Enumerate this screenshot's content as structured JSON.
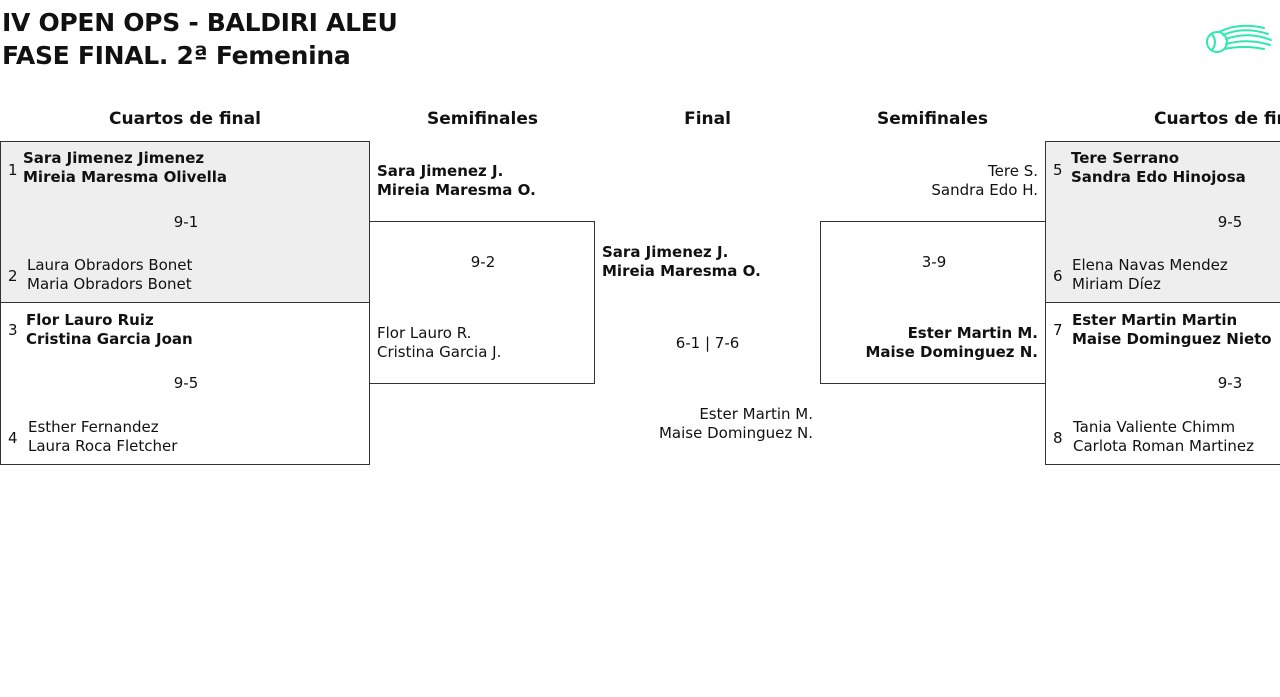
{
  "header": {
    "title_line1": "IV OPEN OPS - BALDIRI ALEU",
    "title_line2": "FASE FINAL. 2ª Femenina",
    "logo_icon": "tennis-ball-icon"
  },
  "columns": {
    "left_qf": "Cuartos de final",
    "left_sf": "Semifinales",
    "final": "Final",
    "right_sf": "Semifinales",
    "right_qf": "Cuartos de final"
  },
  "quarterfinals_left": [
    {
      "top": {
        "seed": "1",
        "p1": "Sara Jimenez Jimenez",
        "p2": "Mireia Maresma Olivella"
      },
      "score": "9-1",
      "bottom": {
        "seed": "2",
        "p1": "Laura Obradors Bonet",
        "p2": "Maria Obradors Bonet"
      }
    },
    {
      "top": {
        "seed": "3",
        "p1": "Flor Lauro Ruiz",
        "p2": "Cristina Garcia Joan"
      },
      "score": "9-5",
      "bottom": {
        "seed": "4",
        "p1": "Esther Fernandez",
        "p2": "Laura Roca Fletcher"
      }
    }
  ],
  "semifinal_left": {
    "top": {
      "p1": "Sara Jimenez J.",
      "p2": "Mireia Maresma O."
    },
    "score": "9-2",
    "bottom": {
      "p1": "Flor Lauro R.",
      "p2": "Cristina Garcia J."
    }
  },
  "final": {
    "top": {
      "p1": "Sara Jimenez J.",
      "p2": "Mireia Maresma O."
    },
    "score": "6-1 | 7-6",
    "bottom": {
      "p1": "Ester Martin M.",
      "p2": "Maise Dominguez N."
    }
  },
  "semifinal_right": {
    "top": {
      "p1": "Tere S.",
      "p2": "Sandra Edo H."
    },
    "score": "3-9",
    "bottom": {
      "p1": "Ester Martin M.",
      "p2": "Maise Dominguez N."
    }
  },
  "quarterfinals_right": [
    {
      "top": {
        "seed": "5",
        "p1": "Tere Serrano",
        "p2": "Sandra Edo Hinojosa"
      },
      "score": "9-5",
      "bottom": {
        "seed": "6",
        "p1": "Elena Navas Mendez",
        "p2": "Miriam Díez"
      }
    },
    {
      "top": {
        "seed": "7",
        "p1": "Ester Martin Martin",
        "p2": "Maise Dominguez Nieto"
      },
      "score": "9-3",
      "bottom": {
        "seed": "8",
        "p1": "Tania Valiente Chimm",
        "p2": "Carlota Roman Martinez"
      }
    }
  ],
  "colors": {
    "logo": "#2ee8b0",
    "shade": "#eeeeee",
    "border": "#333333"
  }
}
